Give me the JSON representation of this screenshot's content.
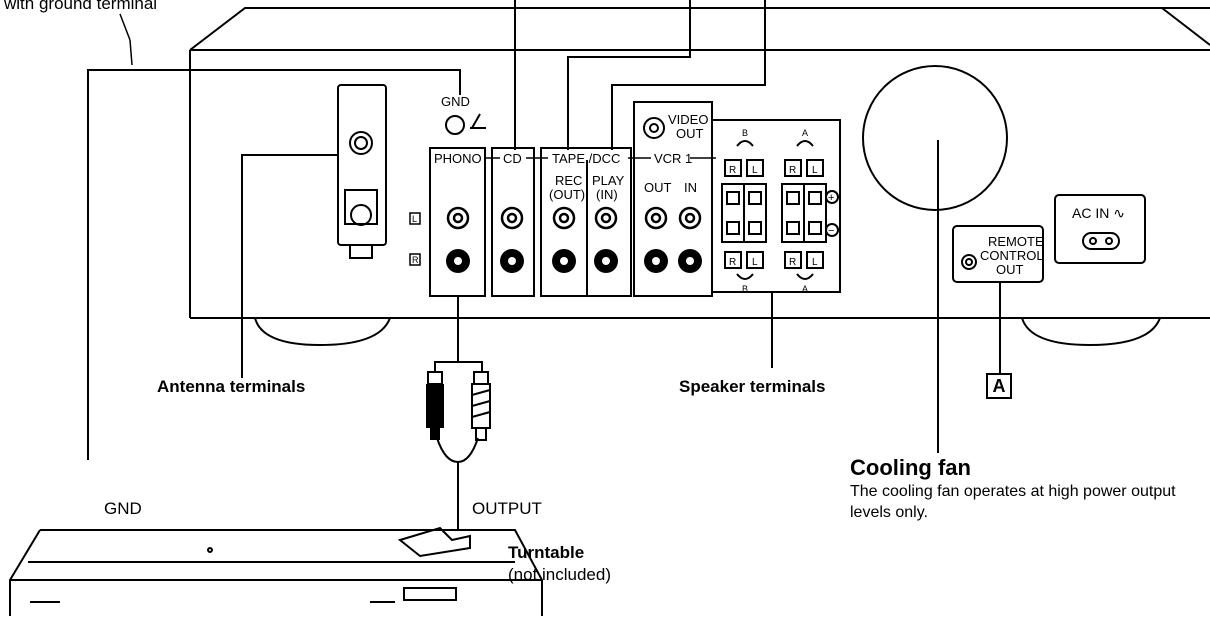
{
  "top_callout": {
    "text": "with ground terminal"
  },
  "panel_labels": {
    "gnd_top": "GND",
    "phono": "PHONO",
    "cd": "CD",
    "tape_dcc": "TAPE /DCC",
    "vcr1": "VCR 1",
    "rec_line1": "REC",
    "rec_line2": "(OUT)",
    "play_line1": "PLAY",
    "play_line2": "(IN)",
    "out": "OUT",
    "in": "IN",
    "video_line1": "VIDEO",
    "video_line2": "OUT",
    "channel_l": "L",
    "channel_r": "R",
    "spk_b": "B",
    "spk_a": "A",
    "plus": "+",
    "minus": "−",
    "remote_line1": "REMOTE",
    "remote_line2": "CONTROL",
    "remote_line3": "OUT",
    "ac_in": "AC IN ∿"
  },
  "callouts": {
    "antenna": "Antenna terminals",
    "speaker": "Speaker terminals",
    "box_a": "A",
    "cooling_title": "Cooling fan",
    "cooling_desc": "The cooling fan operates at high power output levels only.",
    "gnd": "GND",
    "output": "OUTPUT",
    "turntable": "Turntable",
    "not_included": "(not included)"
  }
}
